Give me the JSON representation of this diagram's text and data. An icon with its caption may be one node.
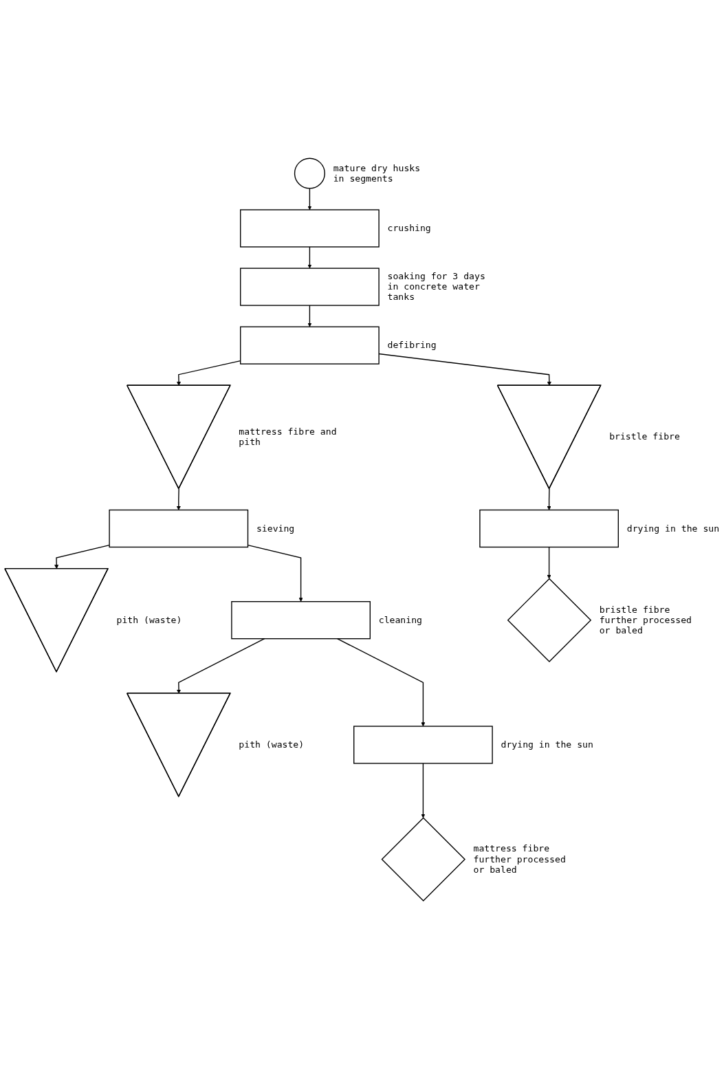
{
  "diagram": {
    "nodes": [
      {
        "text": [],
        "shape": "circle",
        "beside": [
          "mature dry husks in segments"
        ]
      },
      {
        "text": [],
        "shape": "box",
        "beside": [
          "crushing"
        ]
      },
      {
        "text": [],
        "shape": "box",
        "beside": [
          "soaking for 3 days in concrete water tanks"
        ]
      },
      {
        "text": [],
        "shape": "box",
        "beside": [
          "defibring"
        ]
      },
      {
        "text": [],
        "shape": "triangle",
        "beside": [
          "mattress fibre and pith"
        ]
      },
      {
        "text": [],
        "shape": "triangle",
        "beside": [
          "bristle fibre"
        ]
      },
      {
        "text": [],
        "shape": "box",
        "beside": [
          "sieving"
        ]
      },
      {
        "text": [],
        "shape": "triangle",
        "beside": [
          "pith (waste)"
        ]
      },
      {
        "text": [],
        "shape": "box",
        "beside": [
          "cleaning"
        ]
      },
      {
        "text": [],
        "shape": "triangle",
        "beside": [
          "pith (waste)"
        ]
      },
      {
        "text": [],
        "shape": "box",
        "beside": [
          "drying in the sun"
        ]
      },
      {
        "text": [],
        "shape": "box",
        "beside": [
          "drying in the sun"
        ]
      },
      {
        "text": [],
        "shape": "diamond",
        "beside": [
          "mattress fibre further processed or baled"
        ]
      },
      {
        "text": [],
        "shape": "diamond",
        "beside": [
          "bristle fibre further processed or baled"
        ]
      }
    ],
    "edges": [
      {
        "from": 0,
        "to": 1,
        "arrow": "to"
      },
      {
        "from": 1,
        "to": 2,
        "arrow": "to"
      },
      {
        "from": 2,
        "to": 3,
        "arrow": "to"
      },
      {
        "from": 3,
        "to": 4,
        "arrow": "to"
      },
      {
        "from": 3,
        "to": 5,
        "arrow": "to"
      },
      {
        "from": 4,
        "to": 6,
        "arrow": "to"
      },
      {
        "from": 6,
        "to": 7,
        "arrow": "to"
      },
      {
        "from": 6,
        "to": 8,
        "arrow": "to"
      },
      {
        "from": 8,
        "to": 9,
        "arrow": "to"
      },
      {
        "from": 8,
        "to": 10,
        "arrow": "to"
      },
      {
        "from": 5,
        "to": 11,
        "arrow": "to"
      },
      {
        "from": 10,
        "to": 12,
        "arrow": "to"
      },
      {
        "from": 11,
        "to": 13,
        "arrow": "to"
      }
    ]
  }
}
